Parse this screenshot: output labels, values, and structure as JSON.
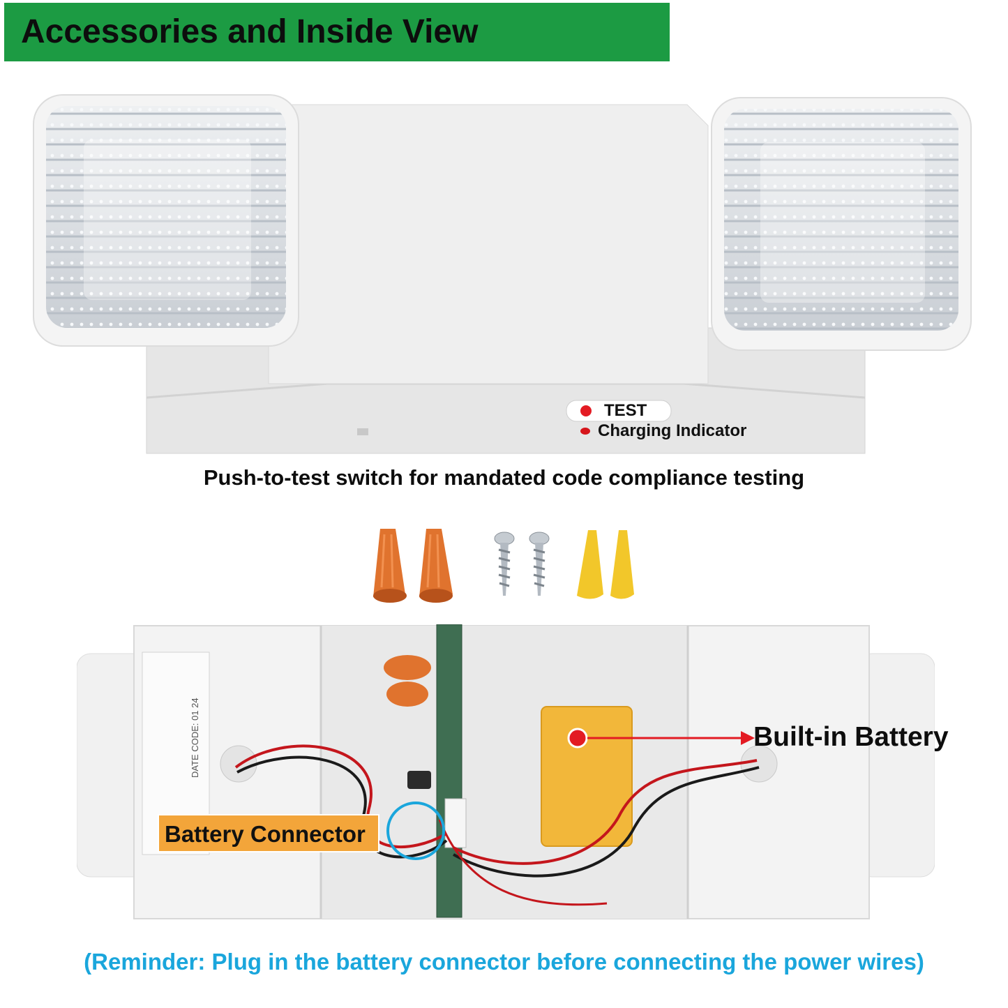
{
  "header": {
    "title": "Accessories and Inside View"
  },
  "front_view": {
    "test_label": "TEST",
    "charging_label": "Charging Indicator",
    "caption": "Push-to-test switch for mandated code compliance testing"
  },
  "inside_view": {
    "battery_label": "Built-in Battery",
    "connector_label": "Battery Connector",
    "sticker_date_code": "DATE CODE: 01 24"
  },
  "footer": {
    "reminder": "(Reminder: Plug in the battery connector before connecting the power wires)"
  },
  "colors": {
    "banner": "#1c9b43",
    "reminder_text": "#1aa6dc",
    "connector_tag": "#f3a53a",
    "pointer": "#e31b23",
    "wire_nut": "#e0732e",
    "anchor": "#f2c72a",
    "battery": "#f2b73a"
  }
}
